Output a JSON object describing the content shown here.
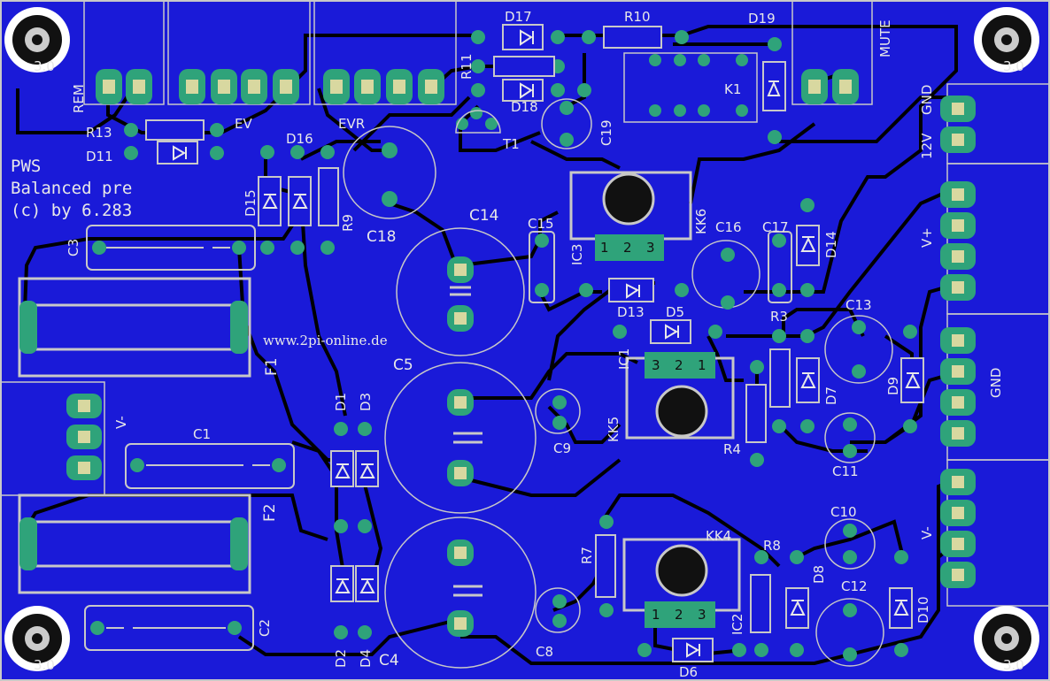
{
  "board": {
    "silkscreen": [
      "PWS",
      "Balanced pre",
      "(c) by 6.283"
    ],
    "url": "www.2pi-online.de",
    "colors": {
      "substrate": "#1a1ad8",
      "trace": "#000000",
      "silk": "#e8e8e8",
      "pad": "#2fa37a",
      "pad_center": "#d8d8a0",
      "outline": "#c8c8c8"
    }
  },
  "connectors": {
    "rem": "REM",
    "ev": "EV",
    "evr": "EVR",
    "mute": "MUTE",
    "gnd_top": "GND",
    "v12": "12V",
    "vplus": "V+",
    "gnd_mid": "GND",
    "vminus_right": "V-",
    "vminus_left": "V-"
  },
  "parts": {
    "D17": "D17",
    "R10": "R10",
    "D19": "D19",
    "R11": "R11",
    "D18": "D18",
    "K1": "K1",
    "C19": "C19",
    "T1": "T1",
    "R13": "R13",
    "D11": "D11",
    "D16": "D16",
    "D15": "D15",
    "R9": "R9",
    "C18": "C18",
    "C3": "C3",
    "C14": "C14",
    "C15": "C15",
    "IC3": "IC3",
    "KK6": "KK6",
    "C16": "C16",
    "C17": "C17",
    "D14": "D14",
    "D13": "D13",
    "D5": "D5",
    "R3": "R3",
    "C13": "C13",
    "F1": "F1",
    "C5": "C5",
    "IC1": "IC1",
    "D7": "D7",
    "D9": "D9",
    "D1": "D1",
    "D3": "D3",
    "C9": "C9",
    "KK5": "KK5",
    "R4": "R4",
    "C11": "C11",
    "C1": "C1",
    "F2": "F2",
    "R7": "R7",
    "KK4": "KK4",
    "R8": "R8",
    "C10": "C10",
    "D8": "D8",
    "C12": "C12",
    "C2": "C2",
    "D2": "D2",
    "D4": "D4",
    "C4": "C4",
    "C8": "C8",
    "IC2": "IC2",
    "D6": "D6",
    "D10": "D10"
  },
  "pin_labels": {
    "p1": "1",
    "p2": "2",
    "p3": "3"
  },
  "hole_labels": {
    "h1": "3.0",
    "h2": "3.0",
    "h3": "3.0",
    "h4": "3.0"
  }
}
